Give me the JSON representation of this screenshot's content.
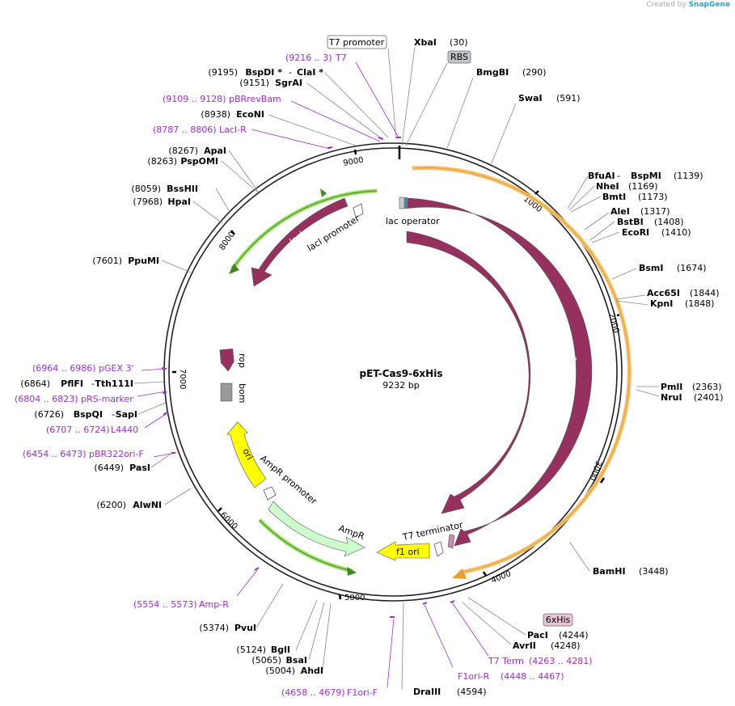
{
  "credit": {
    "created_by": "Created by",
    "brand": "SnapGene"
  },
  "plasmid": {
    "name": "pET-Cas9-6xHis",
    "size": "9232 bp"
  },
  "ticks": [
    "1000",
    "2000",
    "3000",
    "4000",
    "5000",
    "6000",
    "7000",
    "8000",
    "9000"
  ],
  "boxed": {
    "t7_promoter": "T7 promoter",
    "rbs": "RBS",
    "his": "6xHis"
  },
  "features": {
    "cas9_inner": "Cas9",
    "cas9_outer": "Cas9",
    "laci": "lacI",
    "laci_promoter": "lacI promoter",
    "lac_operator": "lac operator",
    "rop": "rop",
    "bom": "bom",
    "ori": "ori",
    "ampr_promoter": "AmpR promoter",
    "ampr": "AmpR",
    "f1_ori": "f1 ori",
    "t7_terminator": "T7 terminator"
  },
  "sites": {
    "xbai": {
      "name": "XbaI",
      "pos": "(30)"
    },
    "bmgbi": {
      "name": "BmgBI",
      "pos": "(290)"
    },
    "swai": {
      "name": "SwaI",
      "pos": "(591)"
    },
    "bfuai": {
      "name": "BfuAI",
      "sep": " - ",
      "name2": "BspMI",
      "pos": "(1139)"
    },
    "nhei": {
      "name": "NheI",
      "pos": "(1169)"
    },
    "bmti": {
      "name": "BmtI",
      "pos": "(1173)"
    },
    "alei": {
      "name": "AleI",
      "pos": "(1317)"
    },
    "bstbi": {
      "name": "BstBI",
      "pos": "(1408)"
    },
    "ecori": {
      "name": "EcoRI",
      "pos": "(1410)"
    },
    "bsmi": {
      "name": "BsmI",
      "pos": "(1674)"
    },
    "acc65i": {
      "name": "Acc65I",
      "pos": "(1844)"
    },
    "kpni": {
      "name": "KpnI",
      "pos": "(1848)"
    },
    "pmli": {
      "name": "PmlI",
      "pos": "(2363)"
    },
    "nrui": {
      "name": "NruI",
      "pos": "(2401)"
    },
    "bamhi": {
      "name": "BamHI",
      "pos": "(3448)"
    },
    "paci": {
      "name": "PacI",
      "pos": "(4244)"
    },
    "avrii": {
      "name": "AvrII",
      "pos": "(4248)"
    },
    "draiii": {
      "name": "DraIII",
      "pos": "(4594)"
    },
    "ahdi": {
      "name": "AhdI",
      "pos": "(5004)"
    },
    "bsai": {
      "name": "BsaI",
      "pos": "(5065)"
    },
    "bgli": {
      "name": "BglI",
      "pos": "(5124)"
    },
    "pvui": {
      "name": "PvuI",
      "pos": "(5374)"
    },
    "alwni": {
      "name": "AlwNI",
      "pos": "(6200)"
    },
    "pasi": {
      "name": "PasI",
      "pos": "(6449)"
    },
    "bspqi": {
      "name": "BspQI",
      "sep": " - ",
      "name2": "SapI",
      "pos": "(6726)"
    },
    "pflfi": {
      "name": "PflFI",
      "sep": " - ",
      "name2": "Tth111I",
      "pos": "(6864)"
    },
    "ppumi": {
      "name": "PpuMI",
      "pos": "(7601)"
    },
    "hpai": {
      "name": "HpaI",
      "pos": "(7968)"
    },
    "bsshii": {
      "name": "BssHII",
      "pos": "(8059)"
    },
    "pspomi": {
      "name": "PspOMI",
      "pos": "(8263)"
    },
    "apai": {
      "name": "ApaI",
      "pos": "(8267)"
    },
    "econi": {
      "name": "EcoNI",
      "pos": "(8938)"
    },
    "sgrai": {
      "name": "SgrAI",
      "pos": "(9151)"
    },
    "bspdi": {
      "name": "BspDI *",
      "sep": " - ",
      "name2": "ClaI *",
      "pos": "(9195)"
    }
  },
  "primers": {
    "t7": {
      "range": "(9216 .. 3)",
      "name": "T7"
    },
    "pbrrevbam": {
      "range": "(9109 .. 9128)",
      "name": "pBRrevBam"
    },
    "laci_r": {
      "range": "(8787 .. 8806)",
      "name": "LacI-R"
    },
    "pgex3": {
      "range": "(6964 .. 6986)",
      "name": "pGEX 3'"
    },
    "prs_marker": {
      "range": "(6804 .. 6823)",
      "name": "pRS-marker"
    },
    "l4440": {
      "range": "(6707 .. 6724)",
      "name": "L4440"
    },
    "pbr322ori_f": {
      "range": "(6454 .. 6473)",
      "name": "pBR322ori-F"
    },
    "amp_r": {
      "range": "(5554 .. 5573)",
      "name": "Amp-R"
    },
    "f1ori_f": {
      "range": "(4658 .. 4679)",
      "name": "F1ori-F"
    },
    "f1ori_r": {
      "name": "F1ori-R",
      "range": "(4448 .. 4467)"
    },
    "t7_term": {
      "name": "T7 Term",
      "range": "(4263 .. 4281)"
    }
  },
  "colors": {
    "cas9": "#96305f",
    "laci": "#96305f",
    "primer": "#9b30c8",
    "ori": "#ffff00",
    "ampr": "#ccffcc",
    "bom": "#999999",
    "orange_primer": "#f5a623",
    "green_primer": "#6bcf2a"
  }
}
